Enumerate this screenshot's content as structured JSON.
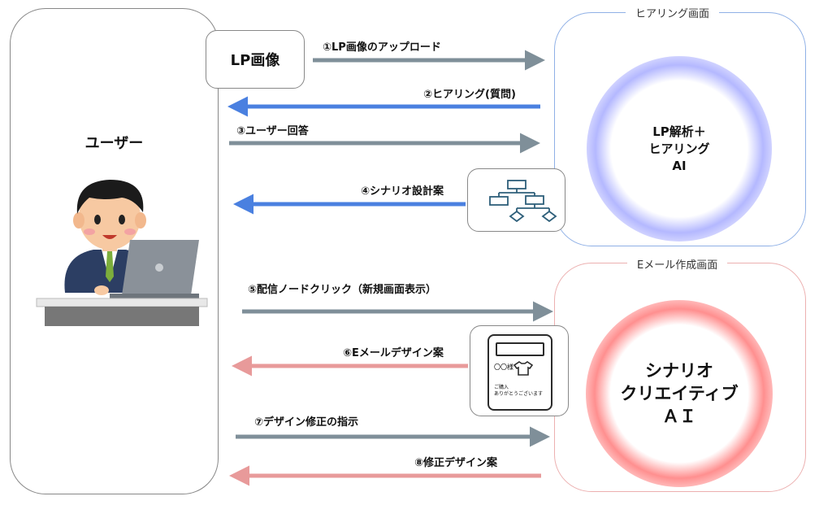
{
  "user": {
    "label": "ユーザー"
  },
  "lp_image": {
    "label": "LP画像"
  },
  "screens": {
    "hearing": {
      "title": "ヒアリング画面",
      "ai_lines": [
        "LP解析＋",
        "ヒアリング",
        "AI"
      ]
    },
    "email": {
      "title": "Eメール作成画面",
      "ai_lines": [
        "シナリオ",
        "クリエイティブ",
        "ＡＩ"
      ]
    }
  },
  "steps": [
    {
      "label": "①LP画像のアップロード",
      "direction": "right",
      "color": "#7f8f99"
    },
    {
      "label": "②ヒアリング(質問)",
      "direction": "left",
      "color": "#4a80e0"
    },
    {
      "label": "③ユーザー回答",
      "direction": "right",
      "color": "#7f8f99"
    },
    {
      "label": "④シナリオ設計案",
      "direction": "left",
      "color": "#4a80e0"
    },
    {
      "label": "⑤配信ノードクリック（新規画面表示）",
      "direction": "right",
      "color": "#7f8f99"
    },
    {
      "label": "⑥Eメールデザイン案",
      "direction": "left",
      "color": "#e89a9a"
    },
    {
      "label": "⑦デザイン修正の指示",
      "direction": "right",
      "color": "#7f8f99"
    },
    {
      "label": "⑧修正デザイン案",
      "direction": "left",
      "color": "#e89a9a"
    }
  ],
  "mail_icon": {
    "salutation": "〇〇様",
    "message_line1": "ご購入",
    "message_line2": "ありがとうございます"
  },
  "icons": {
    "flowchart": "flowchart-icon",
    "mail": "email-template-icon",
    "user": "user-with-laptop-illustration"
  }
}
